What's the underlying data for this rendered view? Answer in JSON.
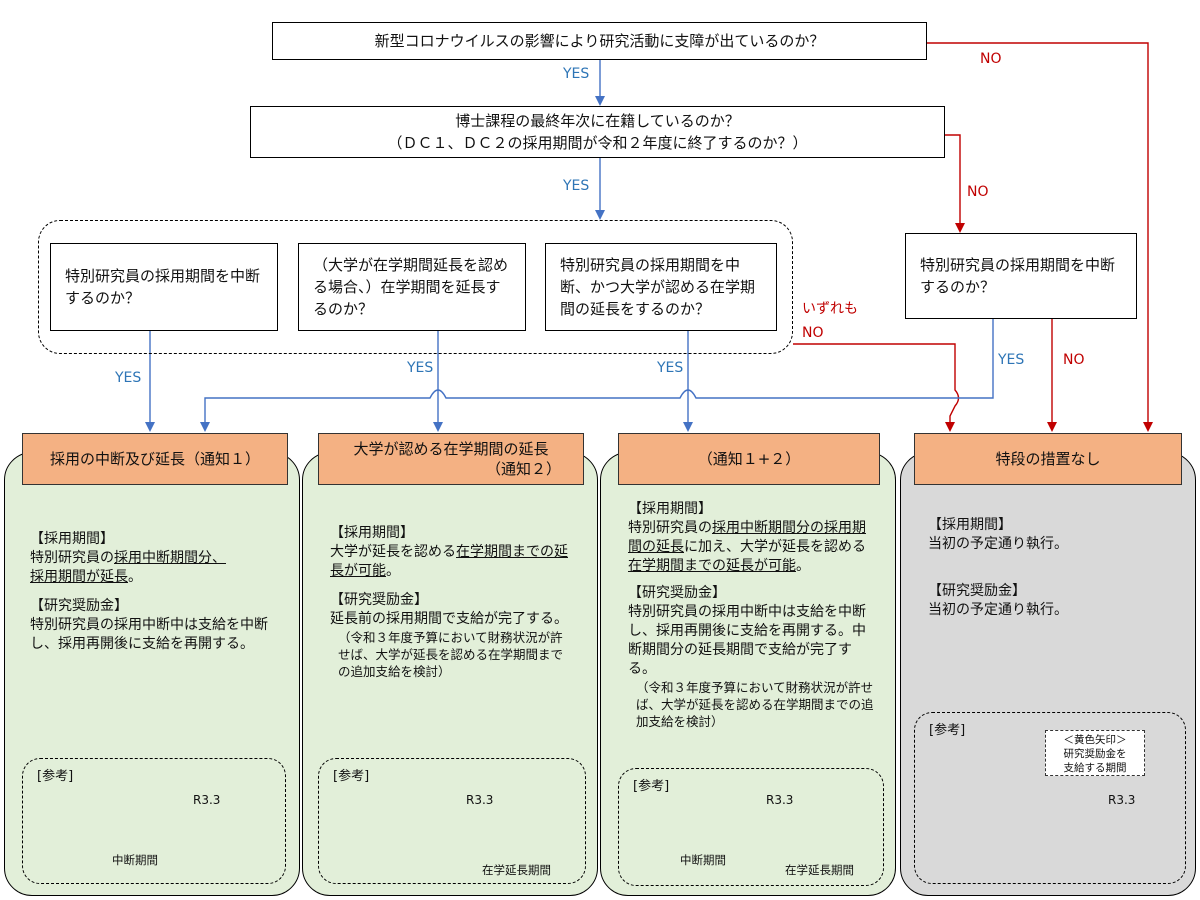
{
  "nodes": {
    "q1": "新型コロナウイルスの影響により研究活動に支障が出ているのか？",
    "q2_line1": "博士課程の最終年次に在籍しているのか？",
    "q2_line2": "（ＤＣ１、ＤＣ２の採用期間が令和２年度に終了するのか？）",
    "q3a": "特別研究員の採用期間を中断するのか？",
    "q3b": "（大学が在学期間延長を認める場合、）在学期間を延長するのか？",
    "q3c": "特別研究員の採用期間を中断、かつ大学が認める在学期間の延長をするのか？",
    "q4": "特別研究員の採用期間を中断するのか？"
  },
  "edge_labels": {
    "yes": "YES",
    "no": "NO",
    "none": "いずれも"
  },
  "panels": {
    "p1": {
      "header": "採用の中断及び延長（通知１）",
      "h1": "【採用期間】",
      "t1a": "特別研究員の",
      "t1b": "採用中断期間分、",
      "t1c": "採用期間が延長",
      "t1d": "。",
      "h2": "【研究奨励金】",
      "t2": "特別研究員の採用中断中は支給を中断し、採用再開後に支給を再開する。",
      "ref": "[参考]",
      "r33": "R3.3",
      "gap": "中断期間"
    },
    "p2": {
      "header_line1": "大学が認める在学期間の延長",
      "header_line2": "（通知２）",
      "h1": "【採用期間】",
      "t1a": "大学が延長を認める",
      "t1b": "在学期間までの延長が可能",
      "t1c": "。",
      "h2": "【研究奨励金】",
      "t2": "延長前の採用期間で支給が完了する。",
      "note": "（令和３年度予算において財務状況が許せば、大学が延長を認める在学期間までの追加支給を検討）",
      "ref": "[参考]",
      "r33": "R3.3",
      "ext": "在学延長期間"
    },
    "p3": {
      "header": "（通知１+２）",
      "h1": "【採用期間】",
      "t1a": "特別研究員の",
      "t1b": "採用中断期間分の採用期間の延長",
      "t1c": "に加え、大学が延長を認める",
      "t1d": "在学期間までの延長が可能",
      "t1e": "。",
      "h2": "【研究奨励金】",
      "t2": "特別研究員の採用中断中は支給を中断し、採用再開後に支給を再開する。中断期間分の延長期間で支給が完了する。",
      "note": "（令和３年度予算において財務状況が許せば、大学が延長を認める在学期間までの追加支給を検討）",
      "ref": "[参考]",
      "r33": "R3.3",
      "gap": "中断期間",
      "ext": "在学延長期間"
    },
    "p4": {
      "header": "特段の措置なし",
      "h1": "【採用期間】",
      "t1": "当初の予定通り執行。",
      "h2": "【研究奨励金】",
      "t2": "当初の予定通り執行。",
      "ref": "[参考]",
      "ann1": "＜黄色矢印＞",
      "ann2": "研究奨励金を",
      "ann3": "支給する期間",
      "r33": "R3.3"
    }
  },
  "colors": {
    "yes_line": "#4472c4",
    "no_line": "#c00000",
    "header_fill": "#f4b183",
    "panel_green": "#e2efd9",
    "panel_grey": "#d9d9d9",
    "arrow_yellow": "#ffc000",
    "arrow_blue": "#5b9bd5",
    "gap_grey": "#a6a6a6"
  }
}
